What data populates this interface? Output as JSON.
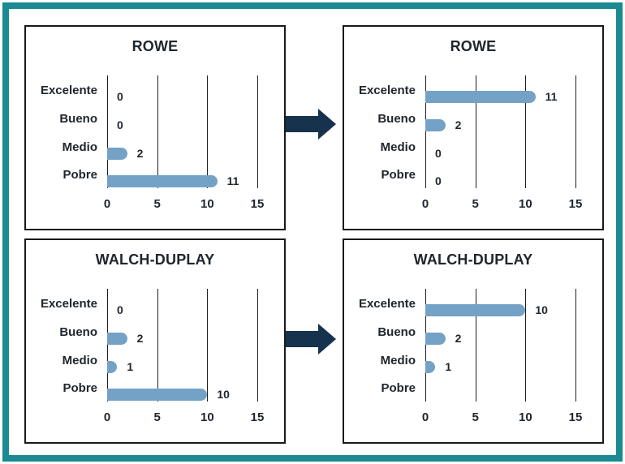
{
  "colors": {
    "background": "#ffffff",
    "frame": "#1a8b90",
    "panel_border": "#191919",
    "grid": "#1f1f1f",
    "bar": "#74a2c7",
    "arrow": "#16324d",
    "text": "#20262e"
  },
  "icons": {
    "arrow_right_icon": "block-right-arrow"
  },
  "chart_data": [
    {
      "type": "bar",
      "orientation": "horizontal",
      "title": "ROWE",
      "categories": [
        "Excelente",
        "Bueno",
        "Medio",
        "Pobre"
      ],
      "values": [
        0,
        0,
        2,
        11
      ],
      "value_labels": [
        "0",
        "0",
        "2",
        "11"
      ],
      "xticks": [
        "0",
        "5",
        "10",
        "15"
      ],
      "xlim": [
        0,
        15
      ],
      "grid": true,
      "legend": false,
      "panel": "top-left"
    },
    {
      "type": "bar",
      "orientation": "horizontal",
      "title": "ROWE",
      "categories": [
        "Excelente",
        "Bueno",
        "Medio",
        "Pobre"
      ],
      "values": [
        11,
        2,
        0,
        0
      ],
      "value_labels": [
        "11",
        "2",
        "0",
        "0"
      ],
      "xticks": [
        "0",
        "5",
        "10",
        "15"
      ],
      "xlim": [
        0,
        15
      ],
      "grid": true,
      "legend": false,
      "panel": "top-right"
    },
    {
      "type": "bar",
      "orientation": "horizontal",
      "title": "WALCH-DUPLAY",
      "categories": [
        "Excelente",
        "Bueno",
        "Medio",
        "Pobre"
      ],
      "values": [
        0,
        2,
        1,
        10
      ],
      "value_labels": [
        "0",
        "2",
        "1",
        "10"
      ],
      "xticks": [
        "0",
        "5",
        "10",
        "15"
      ],
      "xlim": [
        0,
        15
      ],
      "grid": true,
      "legend": false,
      "panel": "bottom-left"
    },
    {
      "type": "bar",
      "orientation": "horizontal",
      "title": "WALCH-DUPLAY",
      "categories": [
        "Excelente",
        "Bueno",
        "Medio",
        "Pobre"
      ],
      "values": [
        10,
        2,
        1,
        0
      ],
      "value_labels": [
        "10",
        "2",
        "1",
        ""
      ],
      "xticks": [
        "0",
        "5",
        "10",
        "15"
      ],
      "xlim": [
        0,
        15
      ],
      "grid": true,
      "legend": false,
      "panel": "bottom-right"
    }
  ]
}
